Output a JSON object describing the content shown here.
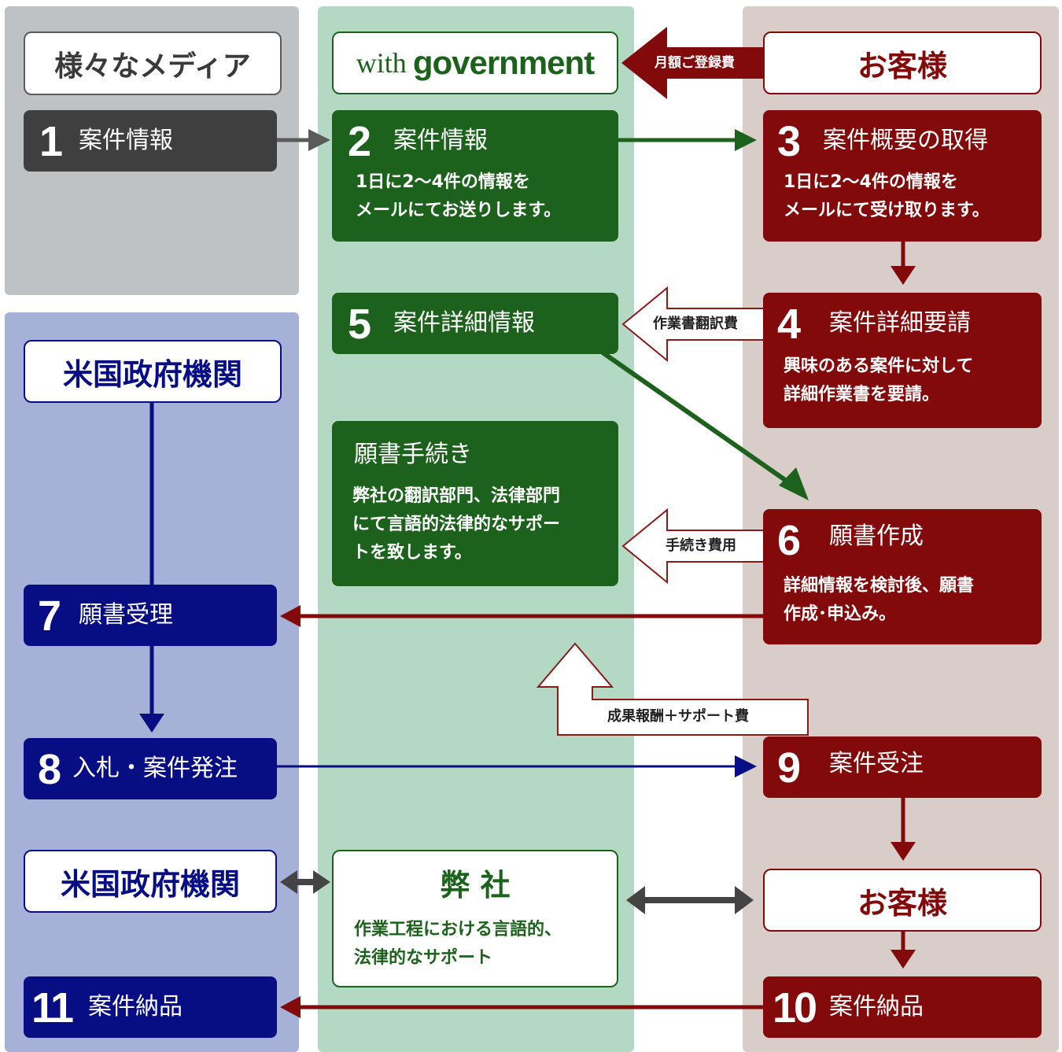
{
  "colors": {
    "grey_panel": "#bfc2c4",
    "blue_panel": "#a5b1d6",
    "green_panel": "#b3d9c5",
    "red_panel": "#d8cdc9",
    "grey_box": "#3f3f3f",
    "green_box": "#1c621c",
    "red_box": "#820a0a",
    "blue_box": "#070d83"
  },
  "headers": {
    "media": "様々なメディア",
    "brand_with": "with",
    "brand_gov": "government",
    "customer_top": "お客様",
    "us_gov_top": "米国政府機関",
    "us_gov_bottom": "米国政府機関",
    "company_title": "弊 社",
    "company_desc_1": "作業工程における言語的、",
    "company_desc_2": "法律的なサポート",
    "customer_bottom": "お客様"
  },
  "steps": {
    "s1": {
      "num": "1",
      "title": "案件情報"
    },
    "s2": {
      "num": "2",
      "title": "案件情報",
      "desc1": "1日に2〜4件の情報を",
      "desc2": "メールにてお送りします。"
    },
    "s3": {
      "num": "3",
      "title": "案件概要の取得",
      "desc1": "1日に2〜4件の情報を",
      "desc2": "メールにて受け取ります。"
    },
    "s4": {
      "num": "4",
      "title": "案件詳細要請",
      "desc1": "興味のある案件に対して",
      "desc2": "詳細作業書を要請。"
    },
    "s5": {
      "num": "5",
      "title": "案件詳細情報"
    },
    "app": {
      "title": "願書手続き",
      "desc1": "弊社の翻訳部門、法律部門",
      "desc2": "にて言語的法律的なサポー",
      "desc3": "トを致します。"
    },
    "s6": {
      "num": "6",
      "title": "願書作成",
      "desc1": "詳細情報を検討後、願書",
      "desc2": "作成･申込み。"
    },
    "s7": {
      "num": "7",
      "title": "願書受理"
    },
    "s8": {
      "num": "8",
      "title": "入札・案件発注"
    },
    "s9": {
      "num": "9",
      "title": "案件受注"
    },
    "s10": {
      "num": "10",
      "title": "案件納品"
    },
    "s11": {
      "num": "11",
      "title": "案件納品"
    }
  },
  "fees": {
    "monthly": "月額ご登録費",
    "translation": "作業書翻訳費",
    "procedure": "手続き費用",
    "success": "成果報酬＋サポート費"
  }
}
